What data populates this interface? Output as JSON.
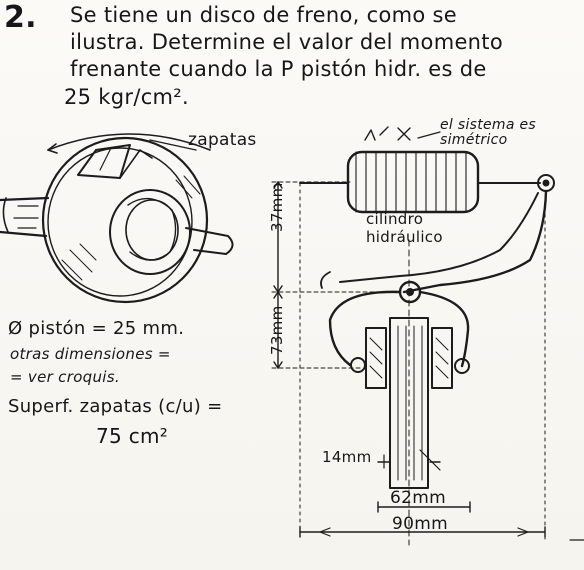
{
  "problem": {
    "number": "2.",
    "lines": [
      "Se tiene un disco de freno, como se",
      "ilustra. Determine el valor del momento",
      "frenante cuando la P pistón hidr. es de",
      "25 kgr/cm²."
    ]
  },
  "sketch_labels": {
    "zapatas": "zapatas",
    "symmetric": "el sistema es simétrico",
    "cylinder": "cilindro hidráulico",
    "dim_37": "37mm",
    "dim_73": "73mm",
    "dim_14": "14mm",
    "dim_62": "62mm",
    "dim_90": "90mm"
  },
  "given": {
    "piston": "Ø pistón = 25 mm.",
    "dims_1": "otras dimensiones =",
    "dims_2": "= ver croquis.",
    "area_1": "Superf. zapatas (c/u) =",
    "area_2": "75 cm²"
  }
}
